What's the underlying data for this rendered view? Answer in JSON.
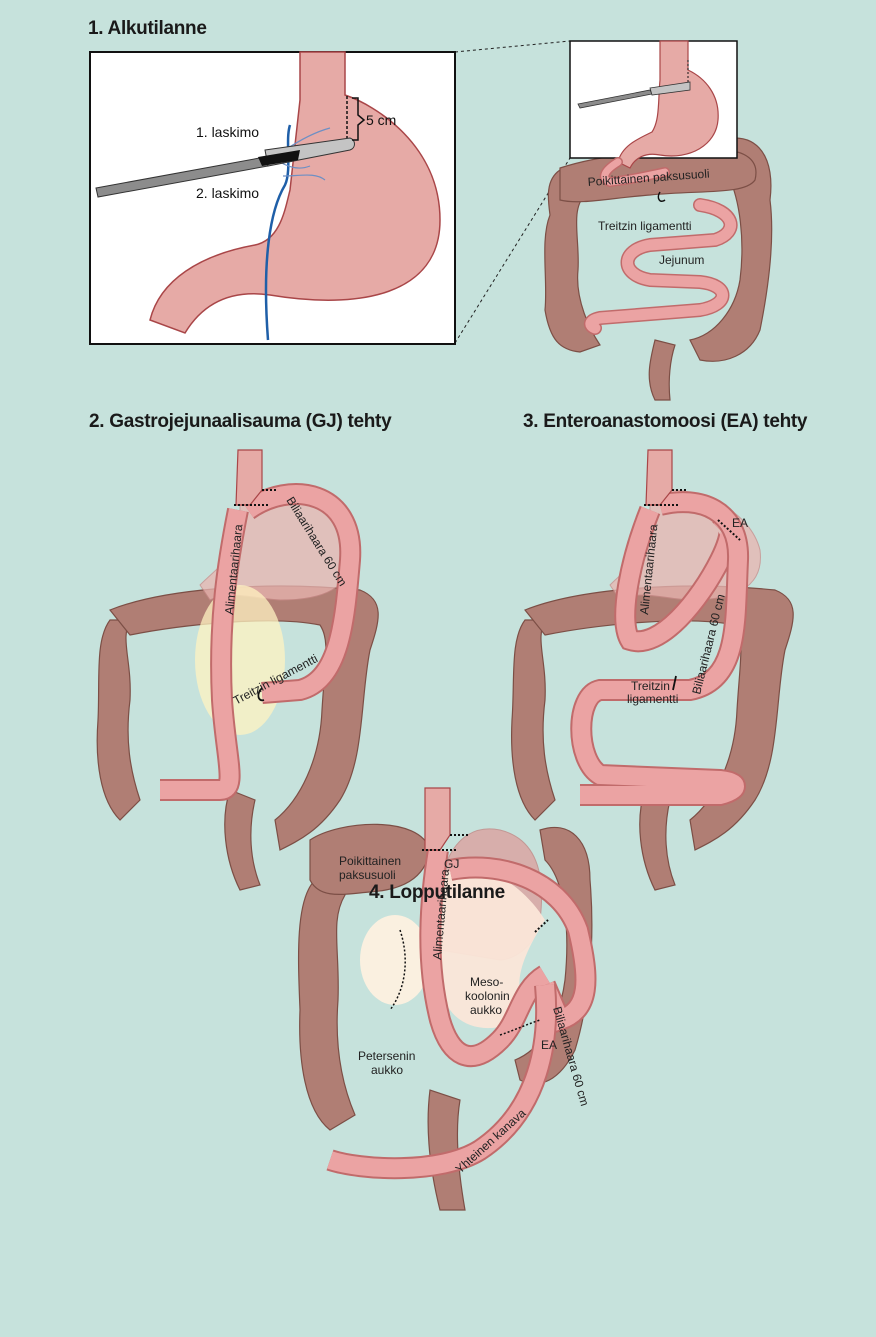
{
  "panels": {
    "p1": {
      "title": "1. Alkutilanne",
      "inset": {
        "artery1": "1. laskimo",
        "artery2": "2. laskimo",
        "distance": "5 cm"
      },
      "labels": {
        "colon": "Poikittainen paksusuoli",
        "treitz": "Treitzin ligamentti",
        "jejunum": "Jejunum"
      }
    },
    "p2": {
      "title": "2. Gastrojejunaalisauma (GJ) tehty",
      "labels": {
        "alimentary": "Alimentaarihaara",
        "biliary": "Biliaarihaara 60 cm",
        "treitz": "Treitzin ligamentti"
      }
    },
    "p3": {
      "title": "3. Enteroanastomoosi (EA) tehty",
      "labels": {
        "alimentary": "Alimentaarihaara",
        "ea": "EA",
        "biliary": "Biliaarihaara 60 cm",
        "treitz1": "Treitzin",
        "treitz2": "ligamentti"
      }
    },
    "p4": {
      "title": "4. Lopputilanne",
      "labels": {
        "gj": "GJ",
        "alimentary": "Alimentaarihaara",
        "colon1": "Poikittainen",
        "colon2": "paksusuoli",
        "meso1": "Meso-",
        "meso2": "koolonin",
        "meso3": "aukko",
        "biliary": "Biliaarihaara 60 cm",
        "ea": "EA",
        "petersen1": "Petersenin",
        "petersen2": "aukko",
        "common": "Yhteinen kanava"
      }
    }
  },
  "colors": {
    "background": "#c6e2dc",
    "stomach": "#e9aeaa",
    "intestine": "#eba3a3",
    "colon": "#b07e74",
    "vessel": "#1f5fa8"
  }
}
